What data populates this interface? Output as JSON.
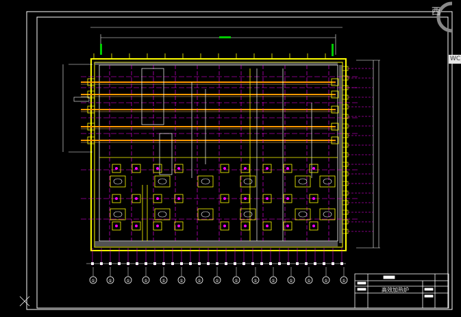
{
  "viewport": {
    "compass_label": "西",
    "wcs_label": "WC"
  },
  "title_block": {
    "drawing_title": "高效加热炉"
  },
  "grid_axes": {
    "labels": [
      "①",
      "①",
      "①",
      "①",
      "①",
      "①",
      "①",
      "①",
      "①",
      "①",
      "①",
      "①",
      "①",
      "①",
      "①"
    ]
  },
  "colors": {
    "background": "#000000",
    "border": "#ffffff",
    "wall": "#ffff00",
    "dimension": "#ff00ff",
    "pipe": "#ff9900",
    "marker": "#00cc00"
  }
}
